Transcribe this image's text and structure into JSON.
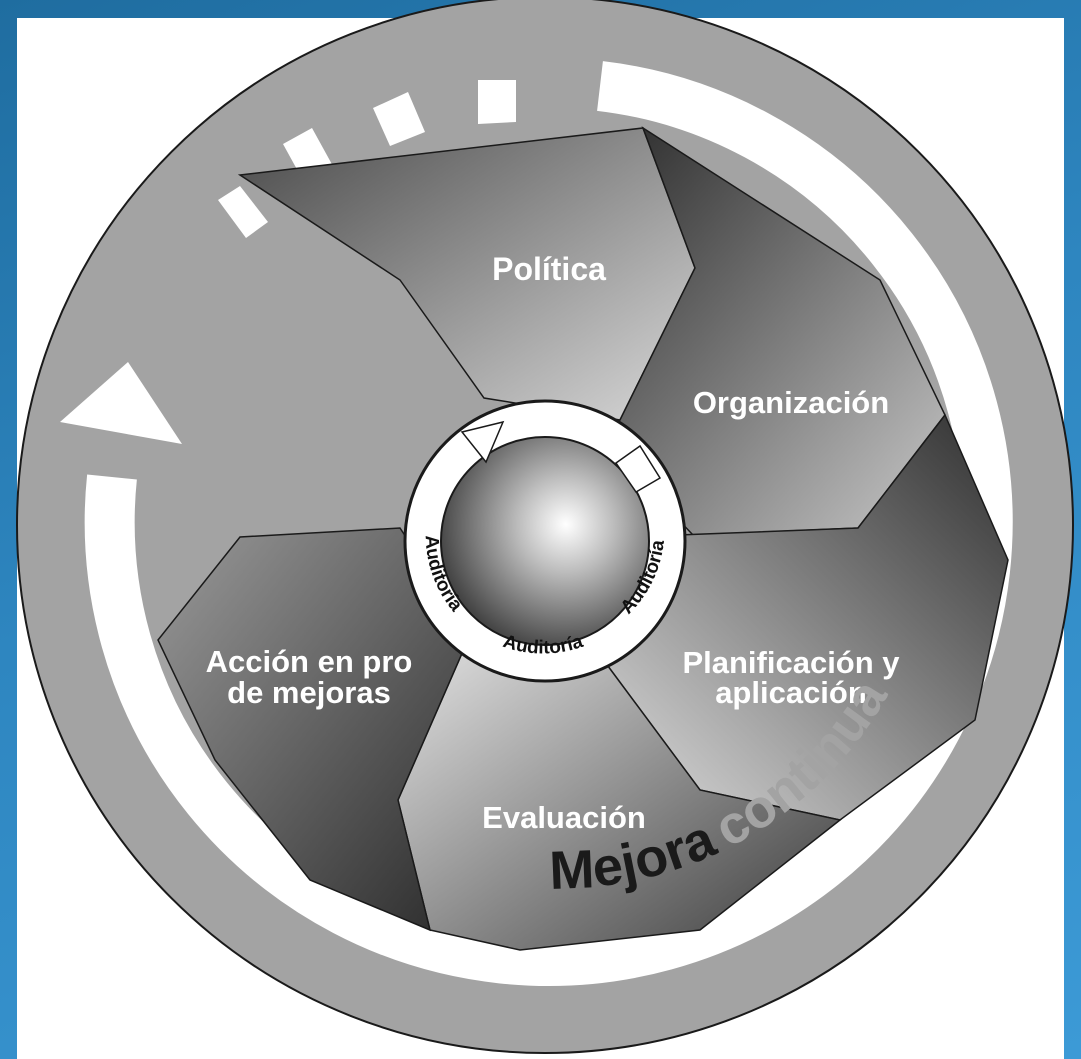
{
  "diagram": {
    "stages": [
      {
        "label": "Política"
      },
      {
        "label": "Organización"
      },
      {
        "label": "Planificación y",
        "label2": "aplicación"
      },
      {
        "label": "Evaluación"
      },
      {
        "label": "Acción en pro",
        "label2": "de mejoras"
      }
    ],
    "center_labels": [
      "Auditoría",
      "Auditoría",
      "Auditoría"
    ],
    "outer_label_1": "Mejora",
    "outer_label_2": "continua",
    "colors": {
      "background": "#2e86c0",
      "disc": "#a3a3a3",
      "ring": "#ffffff",
      "outline": "#1a1a1a"
    }
  }
}
